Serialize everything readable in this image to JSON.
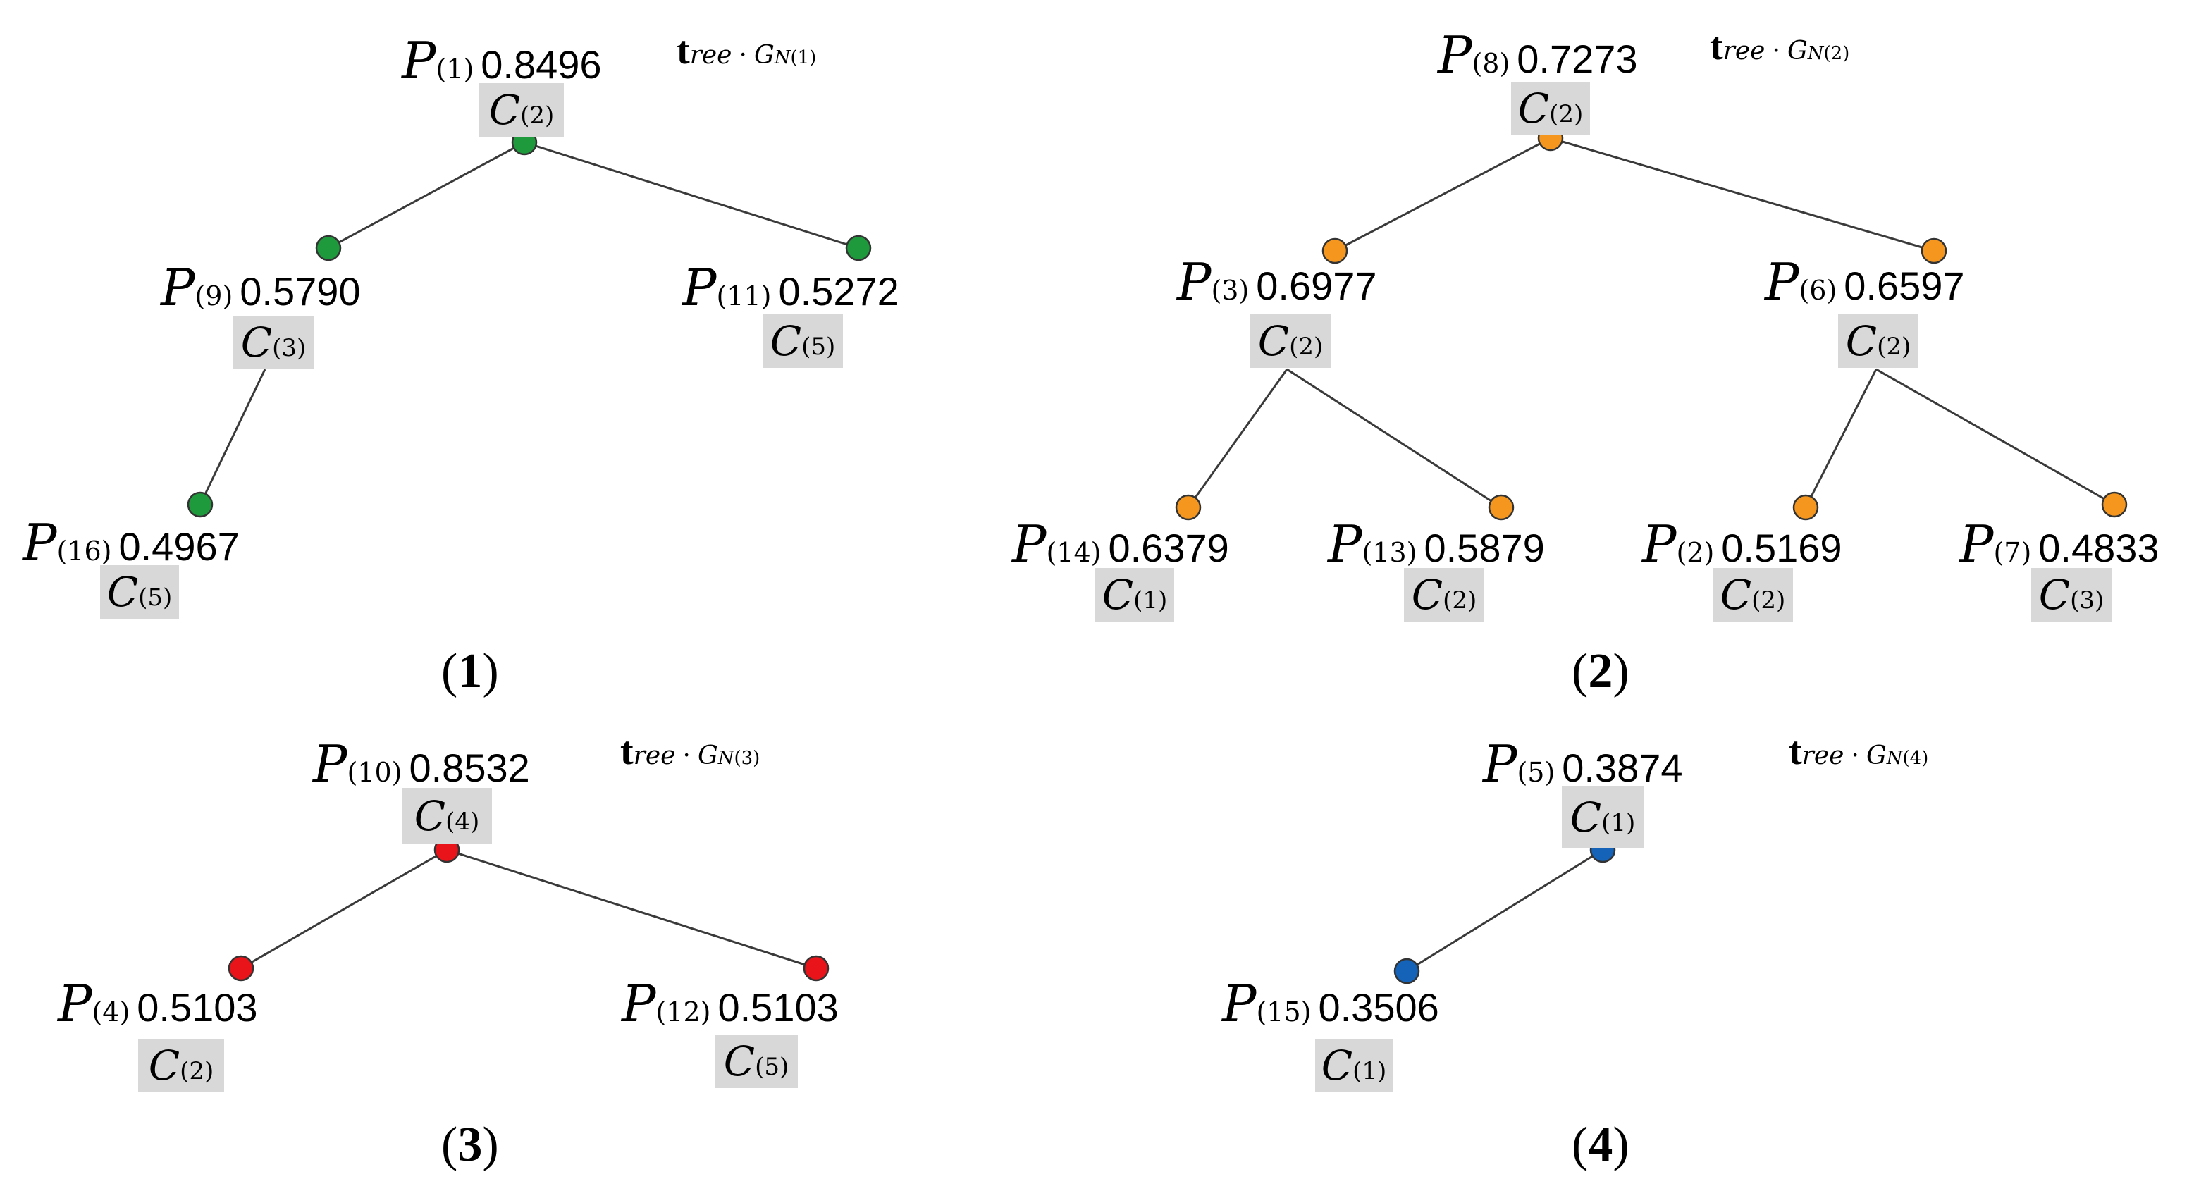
{
  "panels": [
    {
      "label_open": "(",
      "label_num": "1",
      "label_close": ")",
      "tree": {
        "bold": "t",
        "rest": "ree",
        "dot": "·",
        "g": "G",
        "n": "N",
        "idx": "(1)"
      },
      "node_color": "#1e9a3c",
      "nodes": [
        {
          "p": "P",
          "p_idx": "(1)",
          "value": "0.8496",
          "c": "C",
          "c_idx": "(2)"
        },
        {
          "p": "P",
          "p_idx": "(9)",
          "value": "0.5790",
          "c": "C",
          "c_idx": "(3)"
        },
        {
          "p": "P",
          "p_idx": "(11)",
          "value": "0.5272",
          "c": "C",
          "c_idx": "(5)"
        },
        {
          "p": "P",
          "p_idx": "(16)",
          "value": "0.4967",
          "c": "C",
          "c_idx": "(5)"
        }
      ]
    },
    {
      "label_open": "(",
      "label_num": "2",
      "label_close": ")",
      "tree": {
        "bold": "t",
        "rest": "ree",
        "dot": "·",
        "g": "G",
        "n": "N",
        "idx": "(2)"
      },
      "node_color": "#f5961e",
      "nodes": [
        {
          "p": "P",
          "p_idx": "(8)",
          "value": "0.7273",
          "c": "C",
          "c_idx": "(2)"
        },
        {
          "p": "P",
          "p_idx": "(3)",
          "value": "0.6977",
          "c": "C",
          "c_idx": "(2)"
        },
        {
          "p": "P",
          "p_idx": "(6)",
          "value": "0.6597",
          "c": "C",
          "c_idx": "(2)"
        },
        {
          "p": "P",
          "p_idx": "(14)",
          "value": "0.6379",
          "c": "C",
          "c_idx": "(1)"
        },
        {
          "p": "P",
          "p_idx": "(13)",
          "value": "0.5879",
          "c": "C",
          "c_idx": "(2)"
        },
        {
          "p": "P",
          "p_idx": "(2)",
          "value": "0.5169",
          "c": "C",
          "c_idx": "(2)"
        },
        {
          "p": "P",
          "p_idx": "(7)",
          "value": "0.4833",
          "c": "C",
          "c_idx": "(3)"
        }
      ]
    },
    {
      "label_open": "(",
      "label_num": "3",
      "label_close": ")",
      "tree": {
        "bold": "t",
        "rest": "ree",
        "dot": "·",
        "g": "G",
        "n": "N",
        "idx": "(3)"
      },
      "node_color": "#e8141a",
      "nodes": [
        {
          "p": "P",
          "p_idx": "(10)",
          "value": "0.8532",
          "c": "C",
          "c_idx": "(4)"
        },
        {
          "p": "P",
          "p_idx": "(4)",
          "value": "0.5103",
          "c": "C",
          "c_idx": "(2)"
        },
        {
          "p": "P",
          "p_idx": "(12)",
          "value": "0.5103",
          "c": "C",
          "c_idx": "(5)"
        }
      ]
    },
    {
      "label_open": "(",
      "label_num": "4",
      "label_close": ")",
      "tree": {
        "bold": "t",
        "rest": "ree",
        "dot": "·",
        "g": "G",
        "n": "N",
        "idx": "(4)"
      },
      "node_color": "#1463b9",
      "nodes": [
        {
          "p": "P",
          "p_idx": "(5)",
          "value": "0.3874",
          "c": "C",
          "c_idx": "(1)"
        },
        {
          "p": "P",
          "p_idx": "(15)",
          "value": "0.3506",
          "c": "C",
          "c_idx": "(1)"
        }
      ]
    }
  ]
}
